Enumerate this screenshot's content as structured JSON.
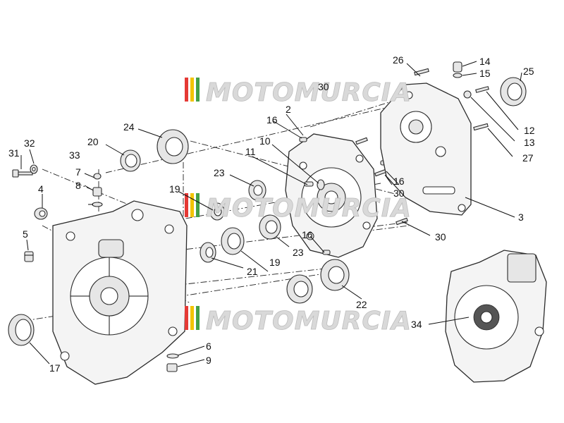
{
  "watermark": {
    "text": "MOTOMURCIA",
    "stripe_colors": [
      "#e53935",
      "#f2c400",
      "#43a047"
    ]
  },
  "callouts": [
    {
      "id": "c2",
      "text": "2"
    },
    {
      "id": "c3",
      "text": "3"
    },
    {
      "id": "c4",
      "text": "4"
    },
    {
      "id": "c5",
      "text": "5"
    },
    {
      "id": "c6",
      "text": "6"
    },
    {
      "id": "c7",
      "text": "7"
    },
    {
      "id": "c8",
      "text": "8"
    },
    {
      "id": "c9",
      "text": "9"
    },
    {
      "id": "c10",
      "text": "10"
    },
    {
      "id": "c11",
      "text": "11"
    },
    {
      "id": "c12",
      "text": "12"
    },
    {
      "id": "c13",
      "text": "13"
    },
    {
      "id": "c14",
      "text": "14"
    },
    {
      "id": "c15",
      "text": "15"
    },
    {
      "id": "c16a",
      "text": "16"
    },
    {
      "id": "c16b",
      "text": "16"
    },
    {
      "id": "c16c",
      "text": "16"
    },
    {
      "id": "c17",
      "text": "17"
    },
    {
      "id": "c19a",
      "text": "19"
    },
    {
      "id": "c19b",
      "text": "19"
    },
    {
      "id": "c20",
      "text": "20"
    },
    {
      "id": "c21",
      "text": "21"
    },
    {
      "id": "c22",
      "text": "22"
    },
    {
      "id": "c23a",
      "text": "23"
    },
    {
      "id": "c23b",
      "text": "23"
    },
    {
      "id": "c24",
      "text": "24"
    },
    {
      "id": "c25",
      "text": "25"
    },
    {
      "id": "c26",
      "text": "26"
    },
    {
      "id": "c27",
      "text": "27"
    },
    {
      "id": "c30a",
      "text": "30"
    },
    {
      "id": "c30b",
      "text": "30"
    },
    {
      "id": "c30c",
      "text": "30"
    },
    {
      "id": "c31",
      "text": "31"
    },
    {
      "id": "c32",
      "text": "32"
    },
    {
      "id": "c33",
      "text": "33"
    },
    {
      "id": "c34",
      "text": "34"
    }
  ]
}
